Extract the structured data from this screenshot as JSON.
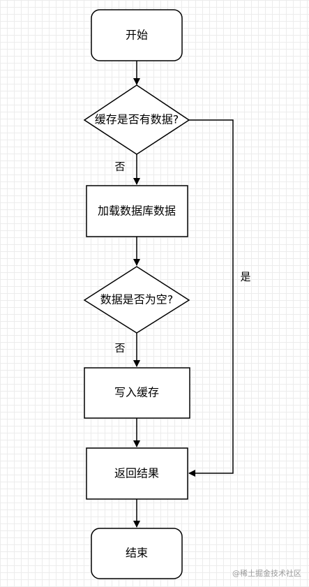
{
  "flowchart": {
    "nodes": {
      "start": "开始",
      "check_cache": "缓存是否有数据?",
      "load_db": "加载数据库数据",
      "check_empty": "数据是否为空?",
      "write_cache": "写入缓存",
      "return_result": "返回结果",
      "end": "结束"
    },
    "edge_labels": {
      "cache_no": "否",
      "cache_yes": "是",
      "empty_no": "否"
    }
  },
  "watermark": {
    "text": "@稀土掘金技术社区"
  },
  "colors": {
    "stroke": "#000000",
    "node_fill": "#ffffff",
    "grid": "#ececec",
    "watermark": "#9a9a9a"
  }
}
